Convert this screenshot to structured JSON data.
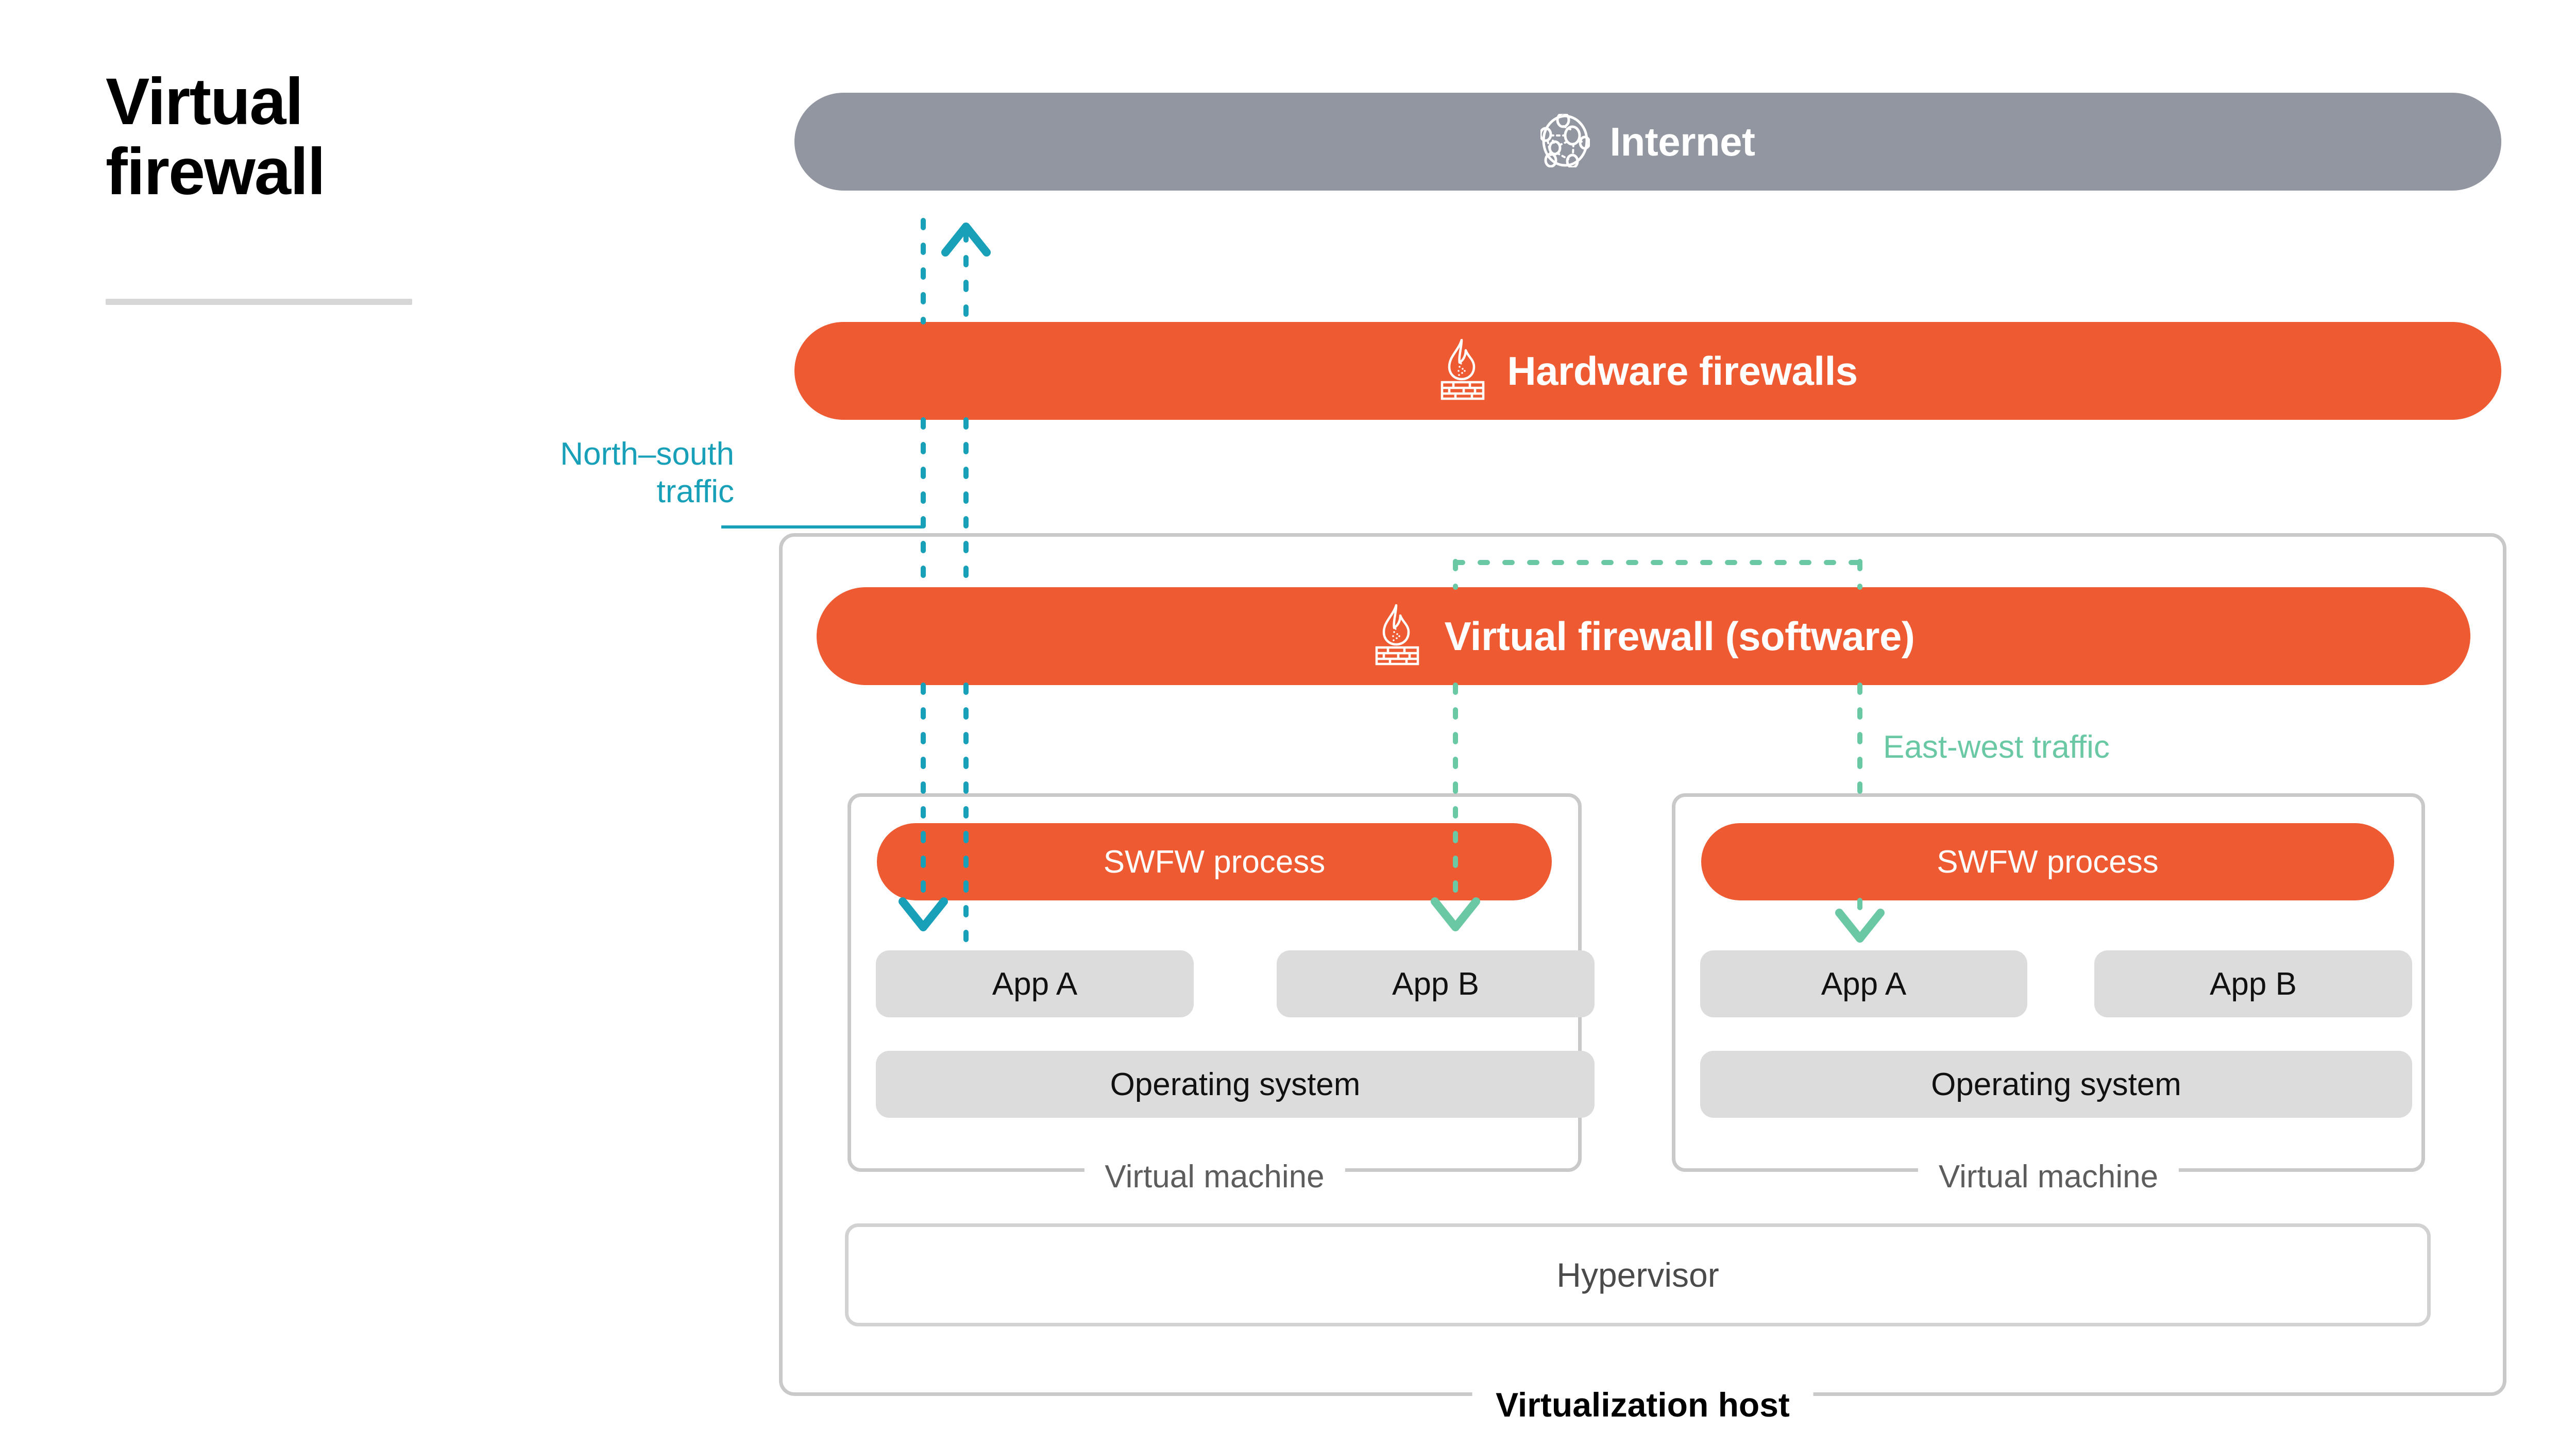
{
  "title": {
    "text": "Virtual\nfirewall"
  },
  "colors": {
    "orange": "#ee5a32",
    "gray_bar": "#9296a0",
    "gray_block": "#dcdcdc",
    "box_border": "#c9c9c9",
    "north_south": "#18a0b8",
    "east_west": "#6ac9a4",
    "background": "#ffffff",
    "title_rule": "#d7d7d7"
  },
  "bars": {
    "internet": {
      "label": "Internet",
      "icon": "network-globe-icon"
    },
    "hardware_firewall": {
      "label": "Hardware firewalls",
      "icon": "firewall-flame-brick-icon"
    },
    "virtual_firewall": {
      "label": "Virtual firewall (software)",
      "icon": "firewall-flame-brick-icon"
    }
  },
  "traffic": {
    "north_south": "North–south\ntraffic",
    "east_west": "East-west traffic"
  },
  "host": {
    "label": "Virtualization host",
    "hypervisor": "Hypervisor"
  },
  "vms": [
    {
      "label": "Virtual machine",
      "swfw": "SWFW process",
      "apps": [
        "App A",
        "App B"
      ],
      "os": "Operating system"
    },
    {
      "label": "Virtual machine",
      "swfw": "SWFW process",
      "apps": [
        "App A",
        "App B"
      ],
      "os": "Operating system"
    }
  ]
}
